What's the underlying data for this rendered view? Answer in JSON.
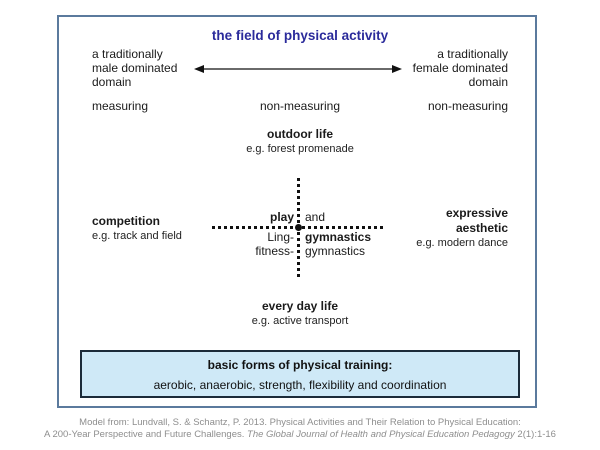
{
  "colors": {
    "title_text": "#2b2b9b",
    "frame_border": "#5b7a9d",
    "training_box_bg": "#cfe9f7",
    "training_box_border": "#1c2b39",
    "citation_text": "#8e8e8e",
    "dotted_line": "#111111"
  },
  "diagram": {
    "title": "the field of physical activity",
    "left_domain": [
      "a traditionally",
      "male dominated",
      "domain"
    ],
    "right_domain": [
      "a traditionally",
      "female dominated",
      "domain"
    ],
    "measuring_row": {
      "left": "measuring",
      "center": "non-measuring",
      "right": "non-measuring"
    },
    "top_node": {
      "label": "outdoor life",
      "example": "e.g. forest promenade"
    },
    "bottom_node": {
      "label": "every day life",
      "example": "e.g. active transport"
    },
    "left_node": {
      "label": "competition",
      "example": "e.g. track and field"
    },
    "right_node": {
      "label_line1": "expressive",
      "label_line2": "aesthetic",
      "example": "e.g. modern dance"
    },
    "center_cross": {
      "row1_left": "play",
      "row1_right": "and",
      "row2_left": "Ling-",
      "row2_right": "gymnastics",
      "row3_left": "fitness-",
      "row3_right": "gymnastics"
    },
    "training_box": {
      "title": "basic forms of physical training:",
      "content": "aerobic, anaerobic, strength, flexibility and coordination"
    }
  },
  "citation": {
    "line1": "Model from: Lundvall, S. & Schantz, P. 2013. Physical Activities and Their Relation to Physical Education:",
    "line2_prefix": "A 200-Year Perspective and Future Challenges. ",
    "line2_italic": "The Global Journal of Health and Physical Education Pedagogy",
    "line2_suffix": " 2(1):1-16"
  }
}
